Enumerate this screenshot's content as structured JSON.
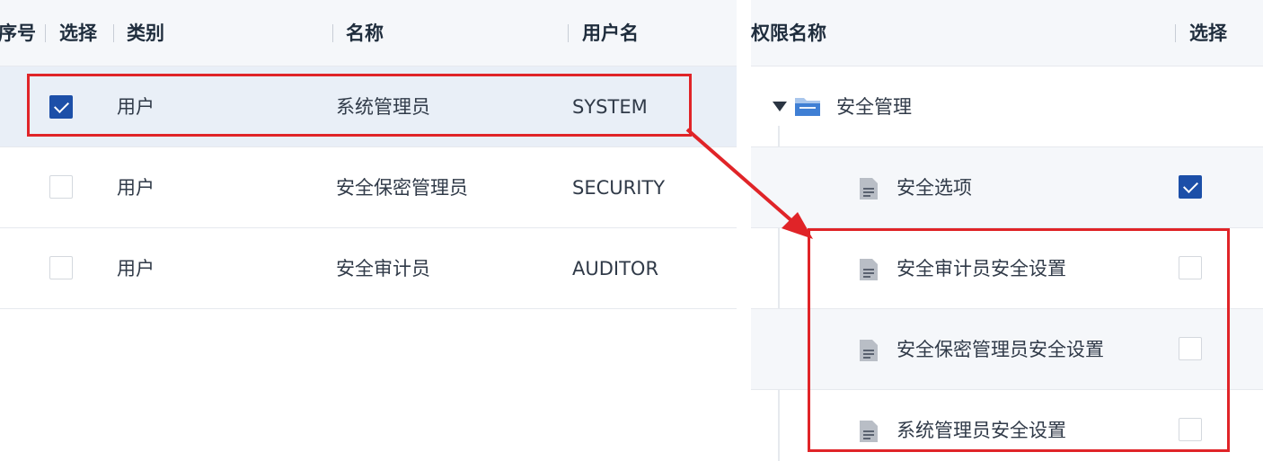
{
  "left_table": {
    "columns": {
      "index": "序号",
      "select": "选择",
      "type": "类别",
      "name": "名称",
      "username": "用户名"
    },
    "rows": [
      {
        "type": "用户",
        "name": "系统管理员",
        "username": "SYSTEM",
        "checked": true
      },
      {
        "type": "用户",
        "name": "安全保密管理员",
        "username": "SECURITY",
        "checked": false
      },
      {
        "type": "用户",
        "name": "安全审计员",
        "username": "AUDITOR",
        "checked": false
      }
    ]
  },
  "right_tree": {
    "columns": {
      "permission_name": "权限名称",
      "select": "选择"
    },
    "folder": {
      "label": "安全管理",
      "icon": "folder-icon",
      "expanded": true
    },
    "items": [
      {
        "label": "安全选项",
        "icon": "document-icon",
        "checked": true
      },
      {
        "label": "安全审计员安全设置",
        "icon": "document-icon",
        "checked": false
      },
      {
        "label": "安全保密管理员安全设置",
        "icon": "document-icon",
        "checked": false
      },
      {
        "label": "系统管理员安全设置",
        "icon": "document-icon",
        "checked": false
      }
    ]
  },
  "colors": {
    "accent": "#1c4fa8",
    "highlight": "#e02428",
    "header_bg": "#f5f7fa",
    "selected_row_bg": "#e9eff7"
  }
}
